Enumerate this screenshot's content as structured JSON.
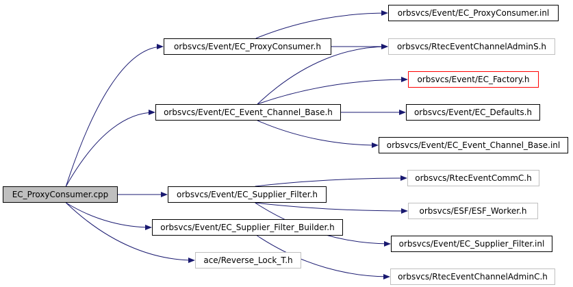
{
  "nodes": {
    "root": "EC_ProxyConsumer.cpp",
    "proxy_consumer_h": "orbsvcs/Event/EC_ProxyConsumer.h",
    "proxy_consumer_inl": "orbsvcs/Event/EC_ProxyConsumer.inl",
    "rtec_admin_s": "orbsvcs/RtecEventChannelAdminS.h",
    "factory_h": "orbsvcs/Event/EC_Factory.h",
    "channel_base_h": "orbsvcs/Event/EC_Event_Channel_Base.h",
    "defaults_h": "orbsvcs/Event/EC_Defaults.h",
    "channel_base_inl": "orbsvcs/Event/EC_Event_Channel_Base.inl",
    "rtec_comm_c": "orbsvcs/RtecEventCommC.h",
    "supplier_filter_h": "orbsvcs/Event/EC_Supplier_Filter.h",
    "esf_worker_h": "orbsvcs/ESF/ESF_Worker.h",
    "supplier_filter_builder_h": "orbsvcs/Event/EC_Supplier_Filter_Builder.h",
    "supplier_filter_inl": "orbsvcs/Event/EC_Supplier_Filter.inl",
    "reverse_lock_h": "ace/Reverse_Lock_T.h",
    "rtec_admin_c": "orbsvcs/RtecEventChannelAdminC.h"
  },
  "edges": [
    [
      "root",
      "proxy_consumer_h"
    ],
    [
      "root",
      "channel_base_h"
    ],
    [
      "root",
      "supplier_filter_h"
    ],
    [
      "root",
      "supplier_filter_builder_h"
    ],
    [
      "root",
      "reverse_lock_h"
    ],
    [
      "proxy_consumer_h",
      "proxy_consumer_inl"
    ],
    [
      "proxy_consumer_h",
      "rtec_admin_s"
    ],
    [
      "channel_base_h",
      "rtec_admin_s"
    ],
    [
      "channel_base_h",
      "factory_h"
    ],
    [
      "channel_base_h",
      "defaults_h"
    ],
    [
      "channel_base_h",
      "channel_base_inl"
    ],
    [
      "supplier_filter_h",
      "rtec_comm_c"
    ],
    [
      "supplier_filter_h",
      "esf_worker_h"
    ],
    [
      "supplier_filter_h",
      "supplier_filter_inl"
    ],
    [
      "supplier_filter_builder_h",
      "rtec_admin_c"
    ]
  ],
  "colors": {
    "edge": "#191970",
    "root_fill": "#bfbfbf",
    "border": "#000000",
    "undocumented_border": "#bfbfbf",
    "highlight_border": "#ff0000"
  }
}
